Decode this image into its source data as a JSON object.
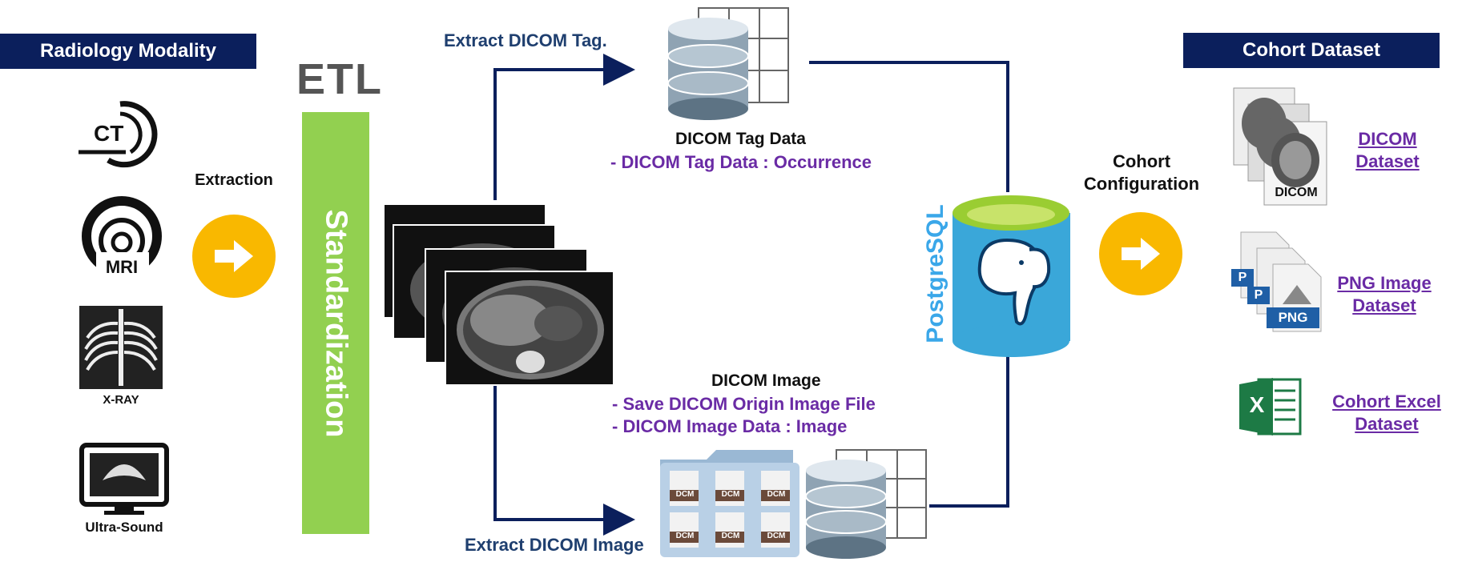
{
  "left": {
    "header": "Radiology Modality",
    "modalities": [
      {
        "icon": "ct-icon",
        "label": "CT"
      },
      {
        "icon": "mri-icon",
        "label": "MRI"
      },
      {
        "icon": "xray-icon",
        "label": "X-RAY"
      },
      {
        "icon": "ultrasound-icon",
        "label": "Ultra-Sound"
      }
    ],
    "extraction_label": "Extraction"
  },
  "etl": {
    "title": "ETL",
    "bar_label": "Standardization"
  },
  "center": {
    "extract_tag_label": "Extract DICOM Tag.",
    "extract_image_label": "Extract DICOM Image",
    "tag_data_title": "DICOM Tag  Data",
    "tag_data_bullet": "-   DICOM Tag Data : Occurrence",
    "image_title": "DICOM Image",
    "image_bullets": [
      "-   Save DICOM Origin Image File",
      "-   DICOM Image Data : Image"
    ],
    "dcm_label": "DCM",
    "postgres_label": "PostgreSQL"
  },
  "right": {
    "header": "Cohort Dataset",
    "cohort_config_label": [
      "Cohort",
      "Configuration"
    ],
    "datasets": [
      {
        "name": [
          "DICOM",
          "Dataset"
        ],
        "thumb_label": "DICOM"
      },
      {
        "name": [
          "PNG Image",
          "Dataset"
        ],
        "thumb_label": "PNG"
      },
      {
        "name": [
          "Cohort Excel",
          "Dataset"
        ],
        "thumb_label": "X"
      }
    ]
  },
  "colors": {
    "header_bg": "#0b1f5c",
    "arrow_circle": "#f9b800",
    "etl_bar": "#92d050",
    "connector": "#0b1f5c",
    "postgres_body": "#3aa7d9",
    "postgres_top": "#9acd32",
    "accent_text": "#6a2ba5"
  }
}
